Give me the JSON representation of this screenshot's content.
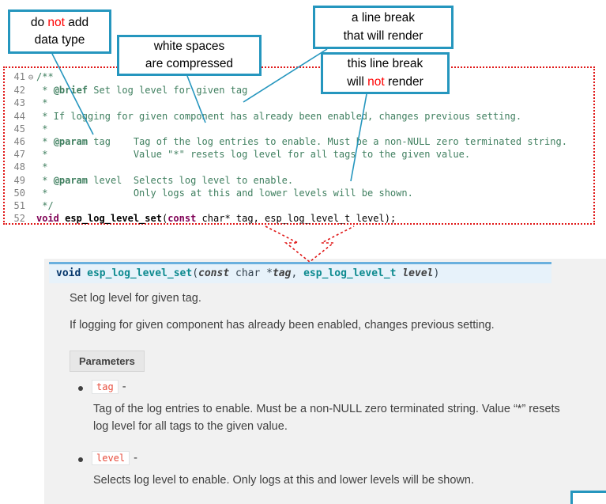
{
  "colors": {
    "callout_border": "#2596be",
    "callout_red_text": "#ff0000",
    "dotted_red_frame": "#e01818",
    "comment_green": "#3f7f5f",
    "keyword_maroon": "#7f0055",
    "docs_panel_bg": "#f1f1f1",
    "signature_bg": "#e7f2fa",
    "signature_top_border": "#6ab0de",
    "param_literal_red": "#e74c3c",
    "body_text": "#404040"
  },
  "callouts": [
    {
      "line1_pre": "do ",
      "line1_red": "not",
      "line1_post": " add",
      "line2": "data type"
    },
    {
      "line1": "white spaces",
      "line2": "are  compressed"
    },
    {
      "line1": "a line break",
      "line2": "that will render"
    },
    {
      "line1": "this line break",
      "line2_pre": "will ",
      "line2_red": "not",
      "line2_post": " render"
    }
  ],
  "editor": {
    "lines": [
      {
        "num": "41",
        "fold": "⊖",
        "segs": [
          {
            "t": "/**",
            "c": "cm"
          }
        ]
      },
      {
        "num": "42",
        "segs": [
          {
            "t": " * ",
            "c": "cm"
          },
          {
            "t": "@brief",
            "c": "cmt"
          },
          {
            "t": " Set log level for given tag",
            "c": "cm"
          }
        ]
      },
      {
        "num": "43",
        "segs": [
          {
            "t": " *",
            "c": "cm"
          }
        ]
      },
      {
        "num": "44",
        "segs": [
          {
            "t": " * If logging for given component has already been enabled, changes previous setting.",
            "c": "cm"
          }
        ]
      },
      {
        "num": "45",
        "segs": [
          {
            "t": " *",
            "c": "cm"
          }
        ]
      },
      {
        "num": "46",
        "segs": [
          {
            "t": " * ",
            "c": "cm"
          },
          {
            "t": "@param",
            "c": "cmt"
          },
          {
            "t": " tag    Tag of the log entries to enable. Must be a non-NULL zero terminated string.",
            "c": "cm"
          }
        ]
      },
      {
        "num": "47",
        "segs": [
          {
            "t": " *               Value \"*\" resets log level for all tags to the given value.",
            "c": "cm"
          }
        ]
      },
      {
        "num": "48",
        "segs": [
          {
            "t": " *",
            "c": "cm"
          }
        ]
      },
      {
        "num": "49",
        "segs": [
          {
            "t": " * ",
            "c": "cm"
          },
          {
            "t": "@param",
            "c": "cmt"
          },
          {
            "t": " level  Selects log level to enable.",
            "c": "cm"
          }
        ]
      },
      {
        "num": "50",
        "segs": [
          {
            "t": " *               Only logs at this and lower levels will be shown.",
            "c": "cm"
          }
        ]
      },
      {
        "num": "51",
        "segs": [
          {
            "t": " */",
            "c": "cm"
          }
        ]
      },
      {
        "num": "52",
        "segs": [
          {
            "t": "void",
            "c": "kw"
          },
          {
            "t": " ",
            "c": ""
          },
          {
            "t": "esp_log_level_set",
            "c": "fn"
          },
          {
            "t": "(",
            "c": ""
          },
          {
            "t": "const",
            "c": "kw"
          },
          {
            "t": " char* tag, esp_log_level_t level);",
            "c": ""
          }
        ]
      }
    ]
  },
  "docs": {
    "signature": [
      {
        "t": "void ",
        "c": "s-kw"
      },
      {
        "t": "esp_log_level_set",
        "c": "s-name"
      },
      {
        "t": "(",
        "c": ""
      },
      {
        "t": "const",
        "c": "s-kwit"
      },
      {
        "t": "  char ",
        "c": ""
      },
      {
        "t": "*",
        "c": ""
      },
      {
        "t": "tag",
        "c": "s-param"
      },
      {
        "t": ", ",
        "c": ""
      },
      {
        "t": "esp_log_level_t ",
        "c": "s-type"
      },
      {
        "t": "level",
        "c": "s-param"
      },
      {
        "t": ")",
        "c": ""
      }
    ],
    "p1": "Set log level for given tag.",
    "p2": "If logging for given component has already been enabled, changes previous setting.",
    "params_label": "Parameters",
    "param_sep": "-",
    "params": [
      {
        "name": "tag",
        "desc": "Tag of the log entries to enable. Must be a non-NULL zero terminated string. Value “*” resets log level for all tags to the given value."
      },
      {
        "name": "level",
        "desc": "Selects log level to enable. Only logs at this and lower levels will be shown."
      }
    ]
  }
}
